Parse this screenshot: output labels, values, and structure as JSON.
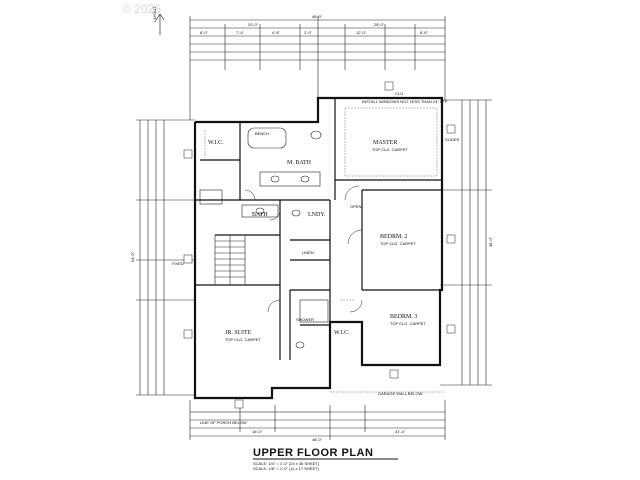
{
  "watermark": "© 2026",
  "title": "UPPER FLOOR PLAN",
  "scale_lines": [
    "SCALE: 1/4\" = 1'-0\" (24 x 36 SHEET)",
    "SCALE: 1/8\" = 1'-0\" (11 x 17 SHEET)"
  ],
  "north_label": "LAYOUT",
  "rooms": {
    "master": "MASTER",
    "m_bath": "M. BATH",
    "wic": "W.I.C.",
    "bedrm2": "BEDRM. 2",
    "bedrm3": "BEDRM. 3",
    "jr_suite": "JR. SUITE",
    "bath": "BATH",
    "laundry": "LNDY.",
    "wic2": "W.I.C.",
    "linen": "LINEN",
    "master_sub": "TOP CLG. CARPET",
    "bedrm2_sub": "TOP CLG. CARPET",
    "bedrm3_sub": "TOP CLG. CARPET",
    "jr_suite_sub": "TOP CLG. CARPET"
  },
  "notes": {
    "window_note": "INSTALL WINDOWS NOT LESS THAN 24\" AFF",
    "porch_below": "LINE OF PORCH BELOW",
    "garage_wall_below": "GARAGE WALL BELOW",
    "dbl_shower": "SHOWER",
    "bench": "BENCH",
    "fixed": "FIXED",
    "slider": "SLIDER",
    "open": "OPEN",
    "clg": "CLG."
  },
  "dimensions": {
    "overall_top": "48'-0\"",
    "top_left": "20'-0\"",
    "top_right": "28'-0\"",
    "sub1": "8'-0\"",
    "sub2": "7'-4\"",
    "sub3": "4'-8\"",
    "sub4": "2'-0\"",
    "sub5": "12'-0\"",
    "sub6": "8'-6\"",
    "overall_bottom": "48'-0\"",
    "bottom_left": "16'-0\"",
    "bottom_right": "31'-4\"",
    "left_total": "54'-0\"",
    "right_total": "48'-0\""
  }
}
